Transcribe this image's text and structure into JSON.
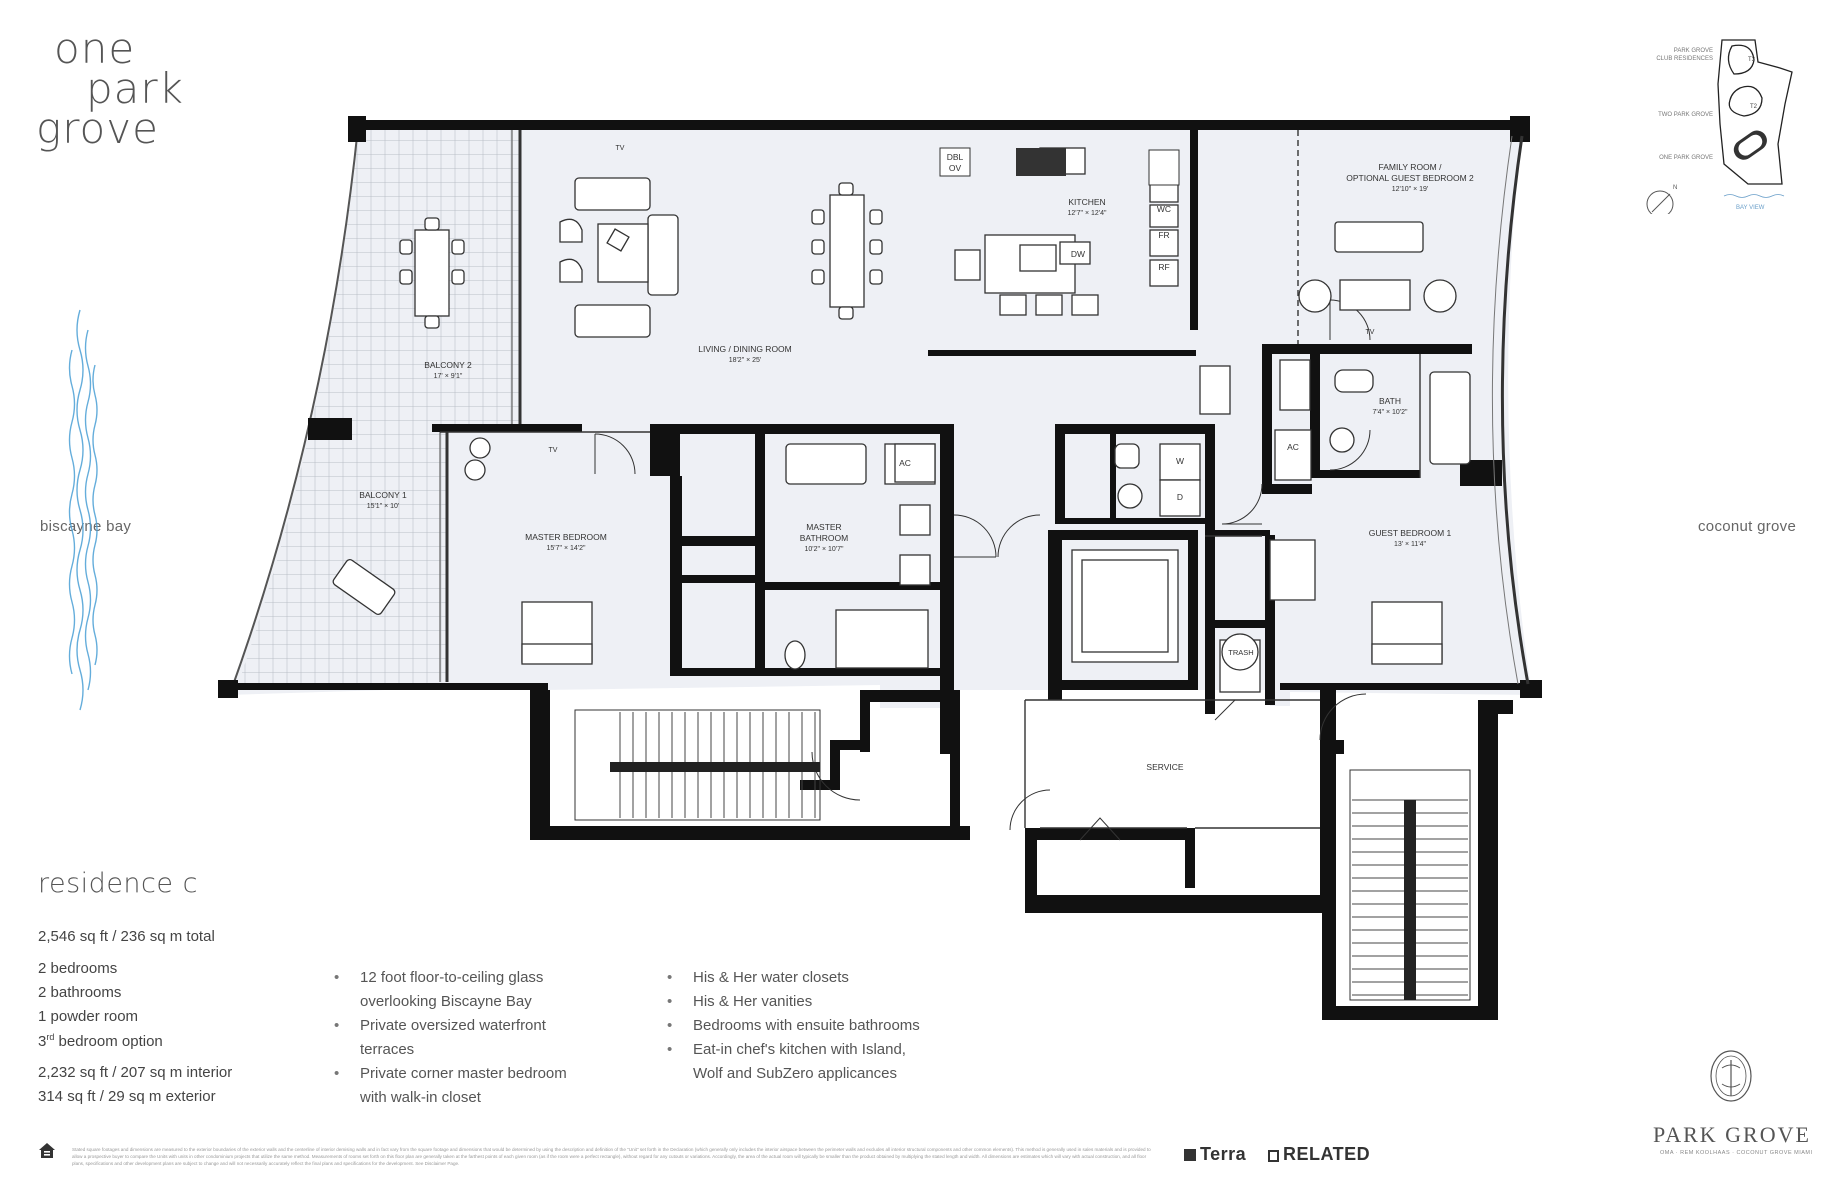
{
  "logo": {
    "line1": "one",
    "line2": "park",
    "line3": "grove"
  },
  "side_labels": {
    "left": "biscayne bay",
    "right": "coconut grove"
  },
  "keyplan": {
    "labels": [
      "PARK GROVE",
      "CLUB RESIDENCES",
      "TWO PARK GROVE",
      "ONE PARK GROVE"
    ],
    "towers": [
      "T3",
      "T2"
    ],
    "north": "N",
    "bay_view": "BAY VIEW"
  },
  "rooms": {
    "balcony2": {
      "name": "BALCONY 2",
      "dims": "17' × 9'1\""
    },
    "balcony1": {
      "name": "BALCONY 1",
      "dims": "15'1\" × 10'"
    },
    "living": {
      "name": "LIVING / DINING ROOM",
      "dims": "18'2\" × 25'"
    },
    "kitchen": {
      "name": "KITCHEN",
      "dims": "12'7\" × 12'4\""
    },
    "family": {
      "name1": "FAMILY ROOM /",
      "name2": "OPTIONAL GUEST BEDROOM 2",
      "dims": "12'10\" × 19'"
    },
    "master_bed": {
      "name": "MASTER BEDROOM",
      "dims": "15'7\" × 14'2\""
    },
    "master_bath": {
      "name1": "MASTER",
      "name2": "BATHROOM",
      "dims": "10'2\" × 10'7\""
    },
    "bath": {
      "name": "BATH",
      "dims": "7'4\" × 10'2\""
    },
    "guest_bed": {
      "name": "GUEST BEDROOM 1",
      "dims": "13' × 11'4\""
    },
    "service": {
      "name": "SERVICE"
    }
  },
  "fixtures": {
    "tv": "TV",
    "dbl": "DBL",
    "ov": "OV",
    "dw": "DW",
    "wc": "WC",
    "fr": "FR",
    "rf": "RF",
    "ac": "AC",
    "w": "W",
    "d": "D",
    "trash": "TRASH"
  },
  "residence": {
    "title": "residence c",
    "total": "2,546 sq ft / 236 sq m total",
    "bedrooms": "2 bedrooms",
    "bathrooms": "2 bathrooms",
    "powder": "1 powder room",
    "option_num": "3",
    "option_sup": "rd",
    "option_rest": " bedroom option",
    "interior": "2,232 sq ft / 207 sq m interior",
    "exterior": "314 sq ft / 29 sq m exterior"
  },
  "features_col1": [
    {
      "l1": "12 foot floor-to-ceiling glass",
      "l2": "overlooking Biscayne Bay"
    },
    {
      "l1": "Private oversized waterfront",
      "l2": "terraces"
    },
    {
      "l1": "Private corner master bedroom",
      "l2": "with walk-in closet"
    }
  ],
  "features_col2": [
    {
      "l1": "His & Her water closets"
    },
    {
      "l1": "His & Her vanities"
    },
    {
      "l1": "Bedrooms with ensuite bathrooms"
    },
    {
      "l1": "Eat-in chef's kitchen with Island,",
      "l2": "Wolf and SubZero applicances"
    }
  ],
  "disclaimer": "Stated square footages and dimensions are measured to the exterior boundaries of the exterior walls and the centerline of interior demising walls and in fact vary from the square footage and dimensions that would be determined by using the description and definition of the \"Unit\" set forth in the Declaration (which generally only includes the interior airspace between the perimeter walls and excludes all interior structural components and other common elements). This method is generally used in sales materials and is provided to allow a prospective buyer to compare the Units with units in other condominium projects that utilize the same method. Measurements of rooms set forth on this floor plan are generally taken at the farthest points of each given room (as if the room were a perfect rectangle), without regard for any cutouts or variations. Accordingly, the area of the actual room will typically be smaller than the product obtained by multiplying the stated length and width. All dimensions are estimates which will vary with actual construction, and all floor plans, specifications and other development plans are subject to change and will not necessarily accurately reflect the final plans and specifications for the development. See Disclaimer Page.",
  "brands": {
    "terra": "Terra",
    "related": "RELATED"
  },
  "park_grove": {
    "name": "PARK GROVE",
    "sub": "OMA · REM KOOLHAAS · COCONUT GROVE MIAMI"
  },
  "colors": {
    "floor": "#eef0f5",
    "wall": "#111111",
    "water": "#4a9fd5",
    "text": "#3a3a3a"
  }
}
